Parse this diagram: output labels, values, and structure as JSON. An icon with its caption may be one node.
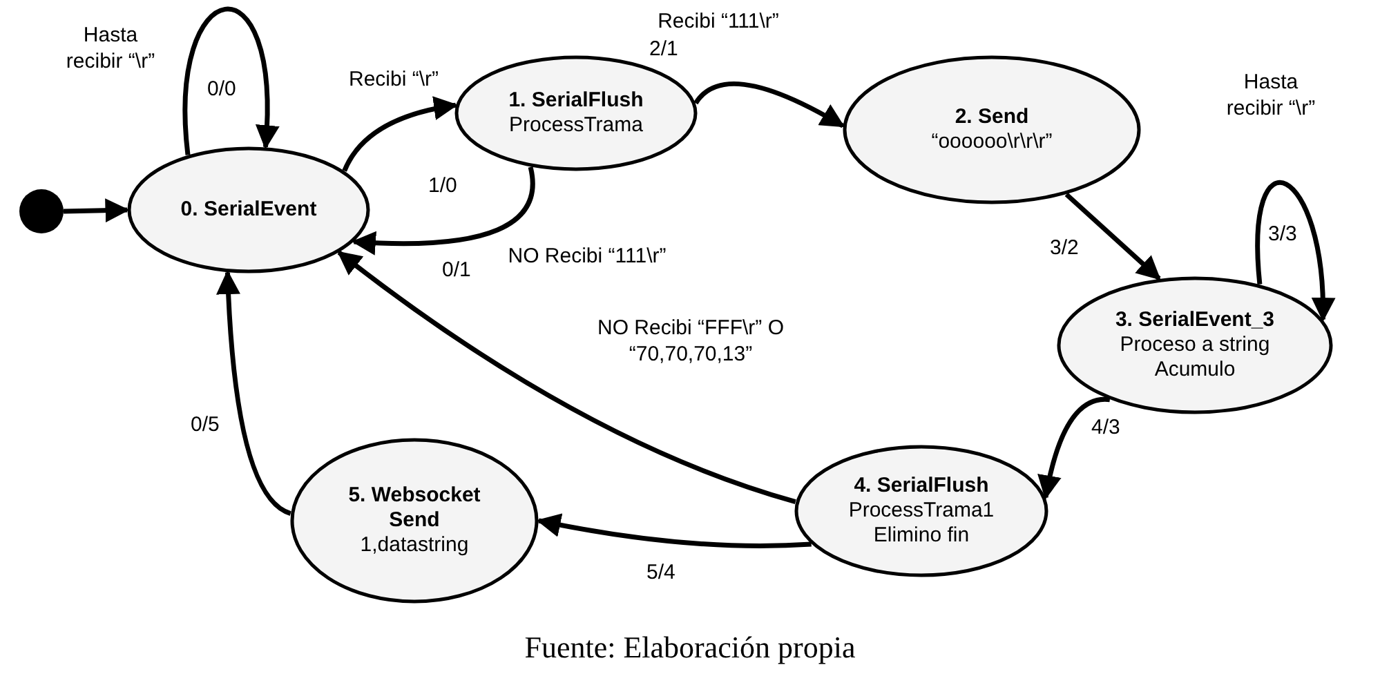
{
  "diagram": {
    "caption": "Fuente: Elaboración propia",
    "nodes": [
      {
        "text": [],
        "shape": "circle"
      },
      {
        "text": [
          "0. SerialEvent"
        ]
      },
      {
        "text": [
          "1. SerialFlush",
          "ProcessTrama"
        ]
      },
      {
        "text": [
          "2. Send",
          "“oooooo\\r\\r\\r”"
        ]
      },
      {
        "text": [
          "3. SerialEvent_3",
          "Proceso a string Acumulo"
        ]
      },
      {
        "text": [
          "4. SerialFlush",
          "ProcessTrama1 Elimino fin"
        ]
      },
      {
        "text": [
          "5. Websocket Send",
          "1,datastring"
        ]
      }
    ],
    "edges": [
      {
        "from": 0,
        "to": 1,
        "arrow": "to"
      },
      {
        "from": 1,
        "to": 1,
        "arrow": "to",
        "label": "0/0"
      },
      {
        "from": 1,
        "to": 2,
        "arrow": "to",
        "label": "1/0"
      },
      {
        "from": 2,
        "to": 1,
        "arrow": "to",
        "label": "0/1"
      },
      {
        "from": 2,
        "to": 3,
        "arrow": "to",
        "label": "2/1"
      },
      {
        "from": 3,
        "to": 4,
        "arrow": "to",
        "label": "3/2"
      },
      {
        "from": 4,
        "to": 4,
        "arrow": "to",
        "label": "3/3"
      },
      {
        "from": 4,
        "to": 5,
        "arrow": "to",
        "label": "4/3"
      },
      {
        "from": 5,
        "to": 1,
        "arrow": "to",
        "label": "NO Recibi “FFF\\r” O “70,70,70,13”"
      },
      {
        "from": 5,
        "to": 6,
        "arrow": "to",
        "label": "5/4"
      },
      {
        "from": 6,
        "to": 1,
        "arrow": "to",
        "label": "0/5"
      }
    ],
    "labels": [
      "Hasta recibir “\\r”",
      "Recibi “\\r”",
      "Recibi “111\\r”",
      "NO Recibi “111\\r”",
      "Hasta recibir “\\r”"
    ]
  }
}
